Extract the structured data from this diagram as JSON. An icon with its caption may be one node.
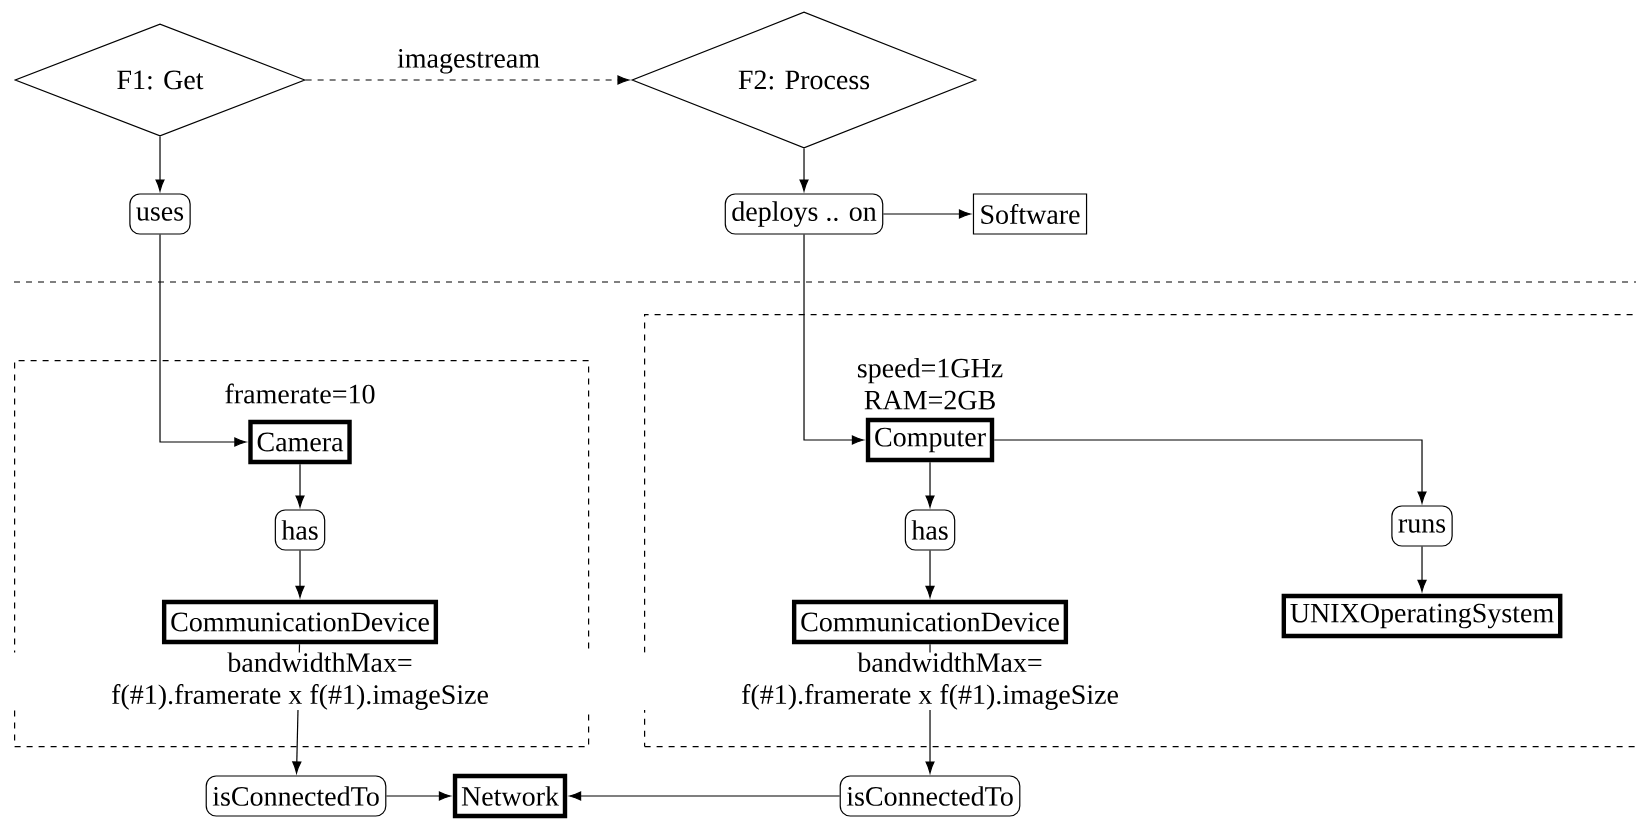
{
  "diagram": {
    "nodes": [
      {
        "text": [
          "F1: Get"
        ]
      },
      {
        "text": [
          "F2: Process"
        ]
      },
      {
        "text": [
          "uses"
        ]
      },
      {
        "text": [
          "deploys .. on"
        ]
      },
      {
        "text": [
          "Software"
        ]
      },
      {
        "text": [],
        "shape": "box"
      },
      {
        "text": [
          "Camera"
        ],
        "in": 5,
        "beside": [
          "framerate=10"
        ]
      },
      {
        "text": [
          "has"
        ],
        "in": 5
      },
      {
        "text": [
          "CommunicationDevice"
        ],
        "in": 5,
        "beside": [
          "bandwidthMax= f(#1).framerate x f(#1).imageSize"
        ]
      },
      {
        "text": [],
        "shape": "box"
      },
      {
        "text": [
          "Computer"
        ],
        "in": 9,
        "beside": [
          "speed=1GHz RAM=2GB"
        ]
      },
      {
        "text": [
          "has"
        ],
        "in": 9
      },
      {
        "text": [
          "CommunicationDevice"
        ],
        "in": 9,
        "beside": [
          "bandwidthMax= f(#1).framerate x f(#1).imageSize"
        ]
      },
      {
        "text": [
          "runs"
        ],
        "in": 9
      },
      {
        "text": [
          "UNIXOperatingSystem"
        ],
        "in": 9
      },
      {
        "text": [
          "isConnectedTo"
        ]
      },
      {
        "text": [
          "Network"
        ]
      },
      {
        "text": [
          "isConnectedTo"
        ]
      }
    ],
    "edges": [
      {
        "from": 0,
        "to": 1,
        "arrow": "to",
        "label": "imagestream",
        "style": "dashed"
      },
      {
        "from": 0,
        "to": 2,
        "arrow": "to"
      },
      {
        "from": 2,
        "to": 6,
        "arrow": "to"
      },
      {
        "from": 1,
        "to": 3,
        "arrow": "to"
      },
      {
        "from": 3,
        "to": 4,
        "arrow": "to"
      },
      {
        "from": 3,
        "to": 10,
        "arrow": "to"
      },
      {
        "from": 6,
        "to": 7,
        "arrow": "to"
      },
      {
        "from": 7,
        "to": 8,
        "arrow": "to"
      },
      {
        "from": 10,
        "to": 11,
        "arrow": "to"
      },
      {
        "from": 11,
        "to": 12,
        "arrow": "to"
      },
      {
        "from": 10,
        "to": 13,
        "arrow": "to"
      },
      {
        "from": 13,
        "to": 14,
        "arrow": "to"
      },
      {
        "from": 8,
        "to": 15,
        "arrow": "to"
      },
      {
        "from": 12,
        "to": 17,
        "arrow": "to"
      },
      {
        "from": 15,
        "to": 16,
        "arrow": "to"
      },
      {
        "from": 17,
        "to": 16,
        "arrow": "to"
      }
    ]
  }
}
